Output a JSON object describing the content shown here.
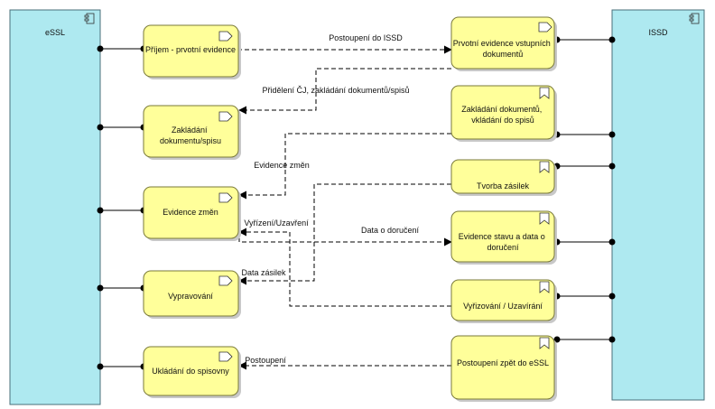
{
  "components": {
    "essl": {
      "label": "eSSL"
    },
    "issd": {
      "label": "ISSD"
    }
  },
  "functions": {
    "prijem": {
      "lines": [
        "Příjem - prvotní evidence"
      ]
    },
    "zakladani": {
      "lines": [
        "Zakládání",
        "dokumentu/spisu"
      ]
    },
    "evidence": {
      "lines": [
        "Evidence změn"
      ]
    },
    "vypravovani": {
      "lines": [
        "Vypravování"
      ]
    },
    "ukladani": {
      "lines": [
        "Ukládání do spisovny"
      ]
    },
    "prvotni": {
      "lines": [
        "Prvotní evidence vstupních",
        "dokumentů"
      ]
    },
    "zakladani_issd": {
      "lines": [
        "Zakládání dokumentů,",
        "vkládání do spisů"
      ]
    },
    "tvorba": {
      "lines": [
        "Tvorba zásilek"
      ]
    },
    "evidence_stavu": {
      "lines": [
        "Evidence stavu a data o",
        "doručení"
      ]
    },
    "vyrizovani": {
      "lines": [
        "Vyřizování / Uzavírání"
      ]
    },
    "postoupeni_zpet": {
      "lines": [
        "Postoupení zpět do eSSL"
      ]
    }
  },
  "flows": {
    "postoupeni_do_issd": "Postoupení do ISSD",
    "prideleni_cj": "Přidělení ČJ, zakládání dokumentů/spisů",
    "evidence_zmen": "Evidence změn",
    "vyrizeni_uzavreni": "Vyřízení/Uzavření",
    "data_o_doruceni": "Data o doručení",
    "data_zasilek": "Data zásilek",
    "postoupeni": "Postoupení"
  }
}
